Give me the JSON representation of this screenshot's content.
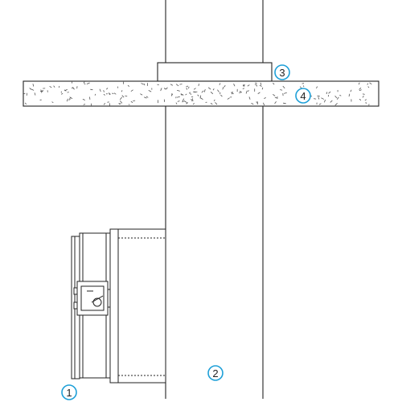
{
  "palette": {
    "line": "#222222",
    "callout": "#1ea0d8",
    "slab_speckle": "#555555",
    "background": "#ffffff"
  },
  "callouts": [
    {
      "id": "callout-1",
      "label": "1"
    },
    {
      "id": "callout-2",
      "label": "2"
    },
    {
      "id": "callout-3",
      "label": "3"
    },
    {
      "id": "callout-4",
      "label": "4"
    }
  ]
}
